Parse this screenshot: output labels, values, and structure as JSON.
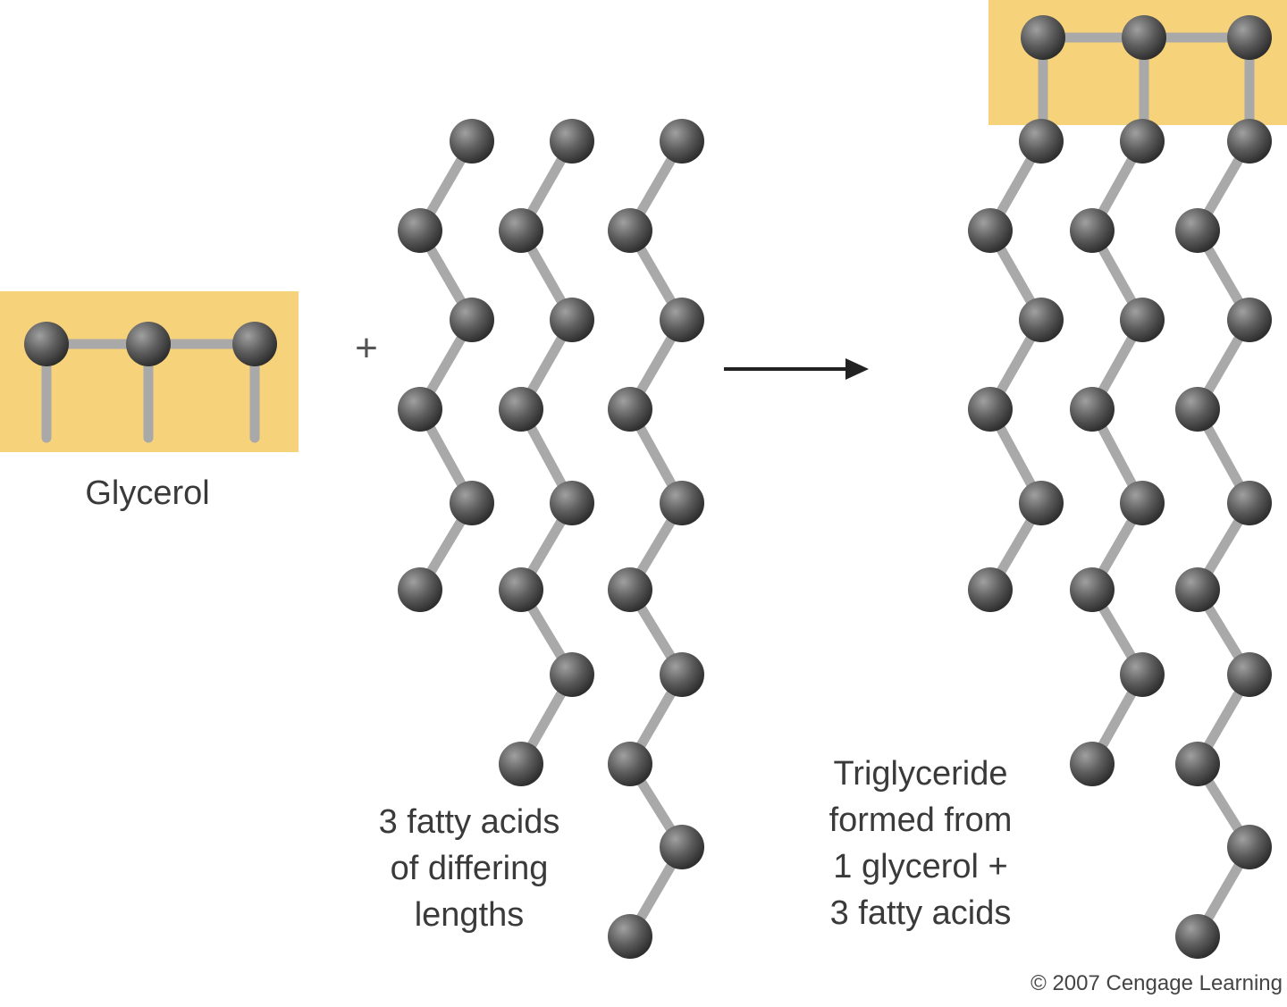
{
  "colors": {
    "highlight": "#f6d27a",
    "bond": "#a9a9a9",
    "atom": "#5c5c5c",
    "arrow": "#222222"
  },
  "labels": {
    "glycerol": "Glycerol",
    "plus": "+",
    "fatty_acids": [
      "3 fatty acids",
      "of differing",
      "lengths"
    ],
    "triglyceride": [
      "Triglyceride",
      "formed from",
      "1 glycerol +",
      "3 fatty acids"
    ],
    "copyright": "© 2007 Cengage Learning"
  },
  "icons": {
    "arrow": "reaction-arrow-icon"
  }
}
